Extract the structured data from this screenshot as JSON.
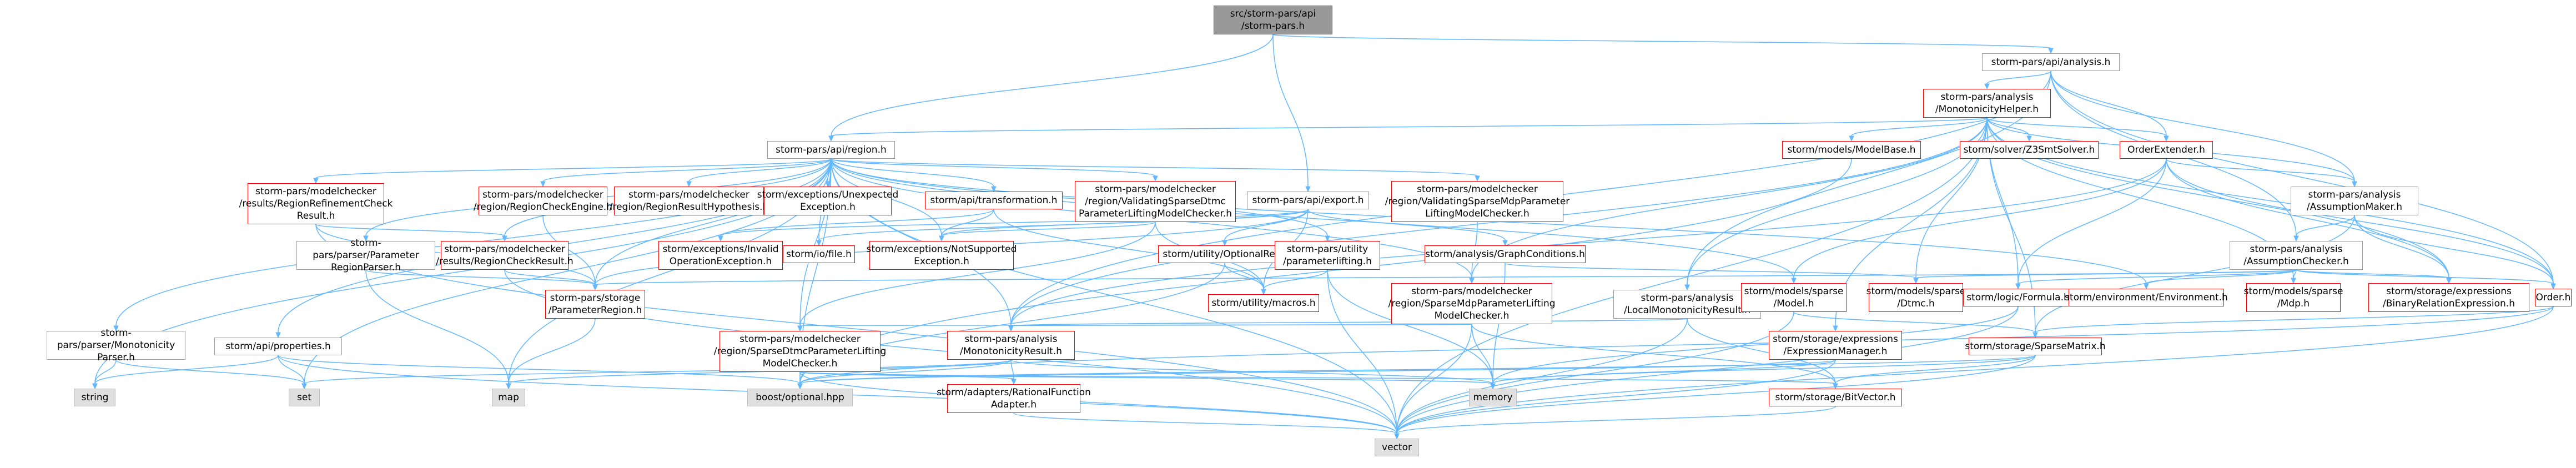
{
  "diagram_type": "include-dependency-graph",
  "colors": {
    "edge": "#63b8ff",
    "root_fill": "#999999",
    "system_fill": "#e0e0e0",
    "red_border": "#ff0000",
    "normal_border": "#999999"
  },
  "nodes": {
    "root": "src/storm-pars/api\n/storm-pars.h",
    "analysis_h": "storm-pars/api/analysis.h",
    "monotonicity_helper": "storm-pars/analysis\n/MonotonicityHelper.h",
    "region_h": "storm-pars/api/region.h",
    "export_h": "storm-pars/api/export.h",
    "model_base": "storm/models/ModelBase.h",
    "z3_solver": "storm/solver/Z3SmtSolver.h",
    "order_extender": "OrderExtender.h",
    "assumption_maker": "storm-pars/analysis\n/AssumptionMaker.h",
    "assumption_checker": "storm-pars/analysis\n/AssumptionChecker.h",
    "refinement_check_result": "storm-pars/modelchecker\n/results/RegionRefinementCheck\nResult.h",
    "region_check_engine": "storm-pars/modelchecker\n/region/RegionCheckEngine.h",
    "region_result_hypothesis": "storm-pars/modelchecker\n/region/RegionResultHypothesis.h",
    "unexpected_exception": "storm/exceptions/Unexpected\nException.h",
    "transformation_h": "storm/api/transformation.h",
    "validating_dtmc": "storm-pars/modelchecker\n/region/ValidatingSparseDtmc\nParameterLiftingModelChecker.h",
    "validating_mdp": "storm-pars/modelchecker\n/region/ValidatingSparseMdpParameter\nLiftingModelChecker.h",
    "param_region_parser": "storm-pars/parser/Parameter\nRegionParser.h",
    "region_check_result": "storm-pars/modelchecker\n/results/RegionCheckResult.h",
    "invalid_op_exception": "storm/exceptions/Invalid\nOperationException.h",
    "not_supported_exception": "storm/exceptions/NotSupported\nException.h",
    "file_h": "storm/io/file.h",
    "optional_ref": "storm/utility/OptionalRef.h",
    "param_lifting": "storm-pars/utility\n/parameterlifting.h",
    "graph_conditions": "storm/analysis/GraphConditions.h",
    "parameter_region": "storm-pars/storage\n/ParameterRegion.h",
    "macros_h": "storm/utility/macros.h",
    "sparse_mdp_checker": "storm-pars/modelchecker\n/region/SparseMdpParameterLifting\nModelChecker.h",
    "local_monotonicity": "storm-pars/analysis\n/LocalMonotonicityResult.h",
    "sparse_model": "storm/models/sparse\n/Model.h",
    "sparse_dtmc": "storm/models/sparse\n/Dtmc.h",
    "logic_formula": "storm/logic/Formula.h",
    "environment": "storm/environment/Environment.h",
    "sparse_mdp": "storm/models/sparse\n/Mdp.h",
    "binary_relation": "storm/storage/expressions\n/BinaryRelationExpression.h",
    "order_h": "Order.h",
    "monotonicity_parser": "storm-pars/parser/Monotonicity\nParser.h",
    "properties_h": "storm/api/properties.h",
    "sparse_dtmc_checker": "storm-pars/modelchecker\n/region/SparseDtmcParameterLifting\nModelChecker.h",
    "monotonicity_result": "storm-pars/analysis\n/MonotonicityResult.h",
    "expression_manager": "storm/storage/expressions\n/ExpressionManager.h",
    "sparse_matrix": "storm/storage/SparseMatrix.h",
    "string": "string",
    "set": "set",
    "map": "map",
    "boost_optional": "boost/optional.hpp",
    "rational_function_adapter": "storm/adapters/RationalFunction\nAdapter.h",
    "memory": "memory",
    "bit_vector": "storm/storage/BitVector.h",
    "vector": "vector"
  }
}
